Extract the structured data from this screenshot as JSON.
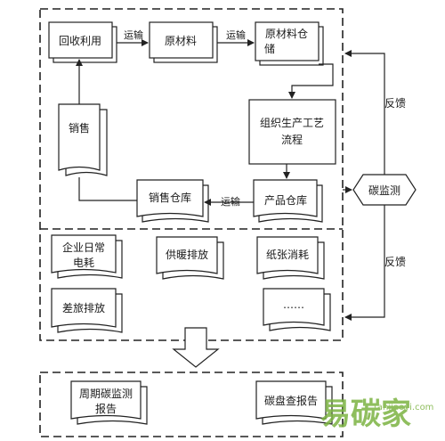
{
  "nodes": {
    "recycle": "回收利用",
    "raw_material": "原材料",
    "raw_storage_1": "原材料仓",
    "raw_storage_2": "储",
    "sales": "销售",
    "process_1": "组织生产工艺",
    "process_2": "流程",
    "sales_storage": "销售仓库",
    "product_storage": "产品仓库",
    "carbon_monitor": "碳监测",
    "electricity_1": "企业日常",
    "electricity_2": "电耗",
    "heating": "供暖排放",
    "paper": "纸张消耗",
    "travel": "差旅排放",
    "ellipsis": "……",
    "periodic_report_1": "周期碳监测",
    "periodic_report_2": "报告",
    "inventory_report": "碳盘查报告"
  },
  "edges": {
    "transport_1": "运输",
    "transport_2": "运输",
    "transport_3": "运输",
    "feedback_top": "反馈",
    "feedback_bottom": "反馈"
  },
  "watermark": {
    "brand": "易碳家",
    "url": "tanjiaoyi.com",
    "color": "#7cb342"
  }
}
